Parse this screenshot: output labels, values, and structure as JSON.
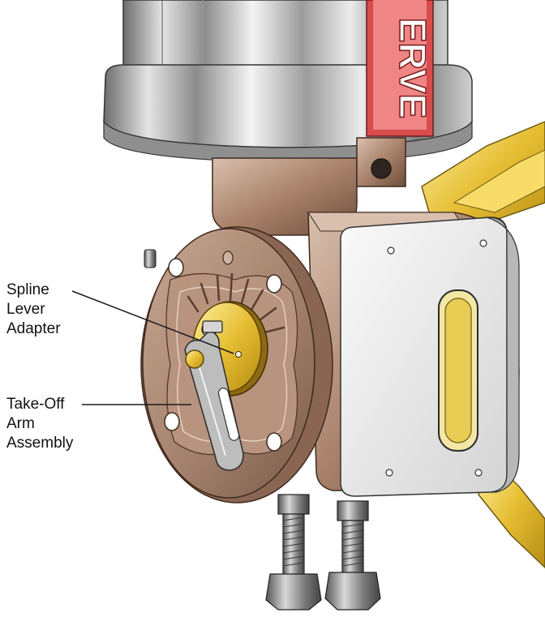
{
  "callouts": {
    "spline_lever_adapter": [
      "Spline",
      "Lever",
      "Adapter"
    ],
    "take_off_arm_assembly": [
      "Take-Off",
      "Arm",
      "Assembly"
    ]
  },
  "housing_text": "ERVE",
  "colors": {
    "bronze": "#b08a72",
    "bronze_dark": "#7d5a47",
    "chrome": "#c9c9c9",
    "yellow": "#e8c23a",
    "label_red": "#c33a3a",
    "plate": "#ededed"
  }
}
